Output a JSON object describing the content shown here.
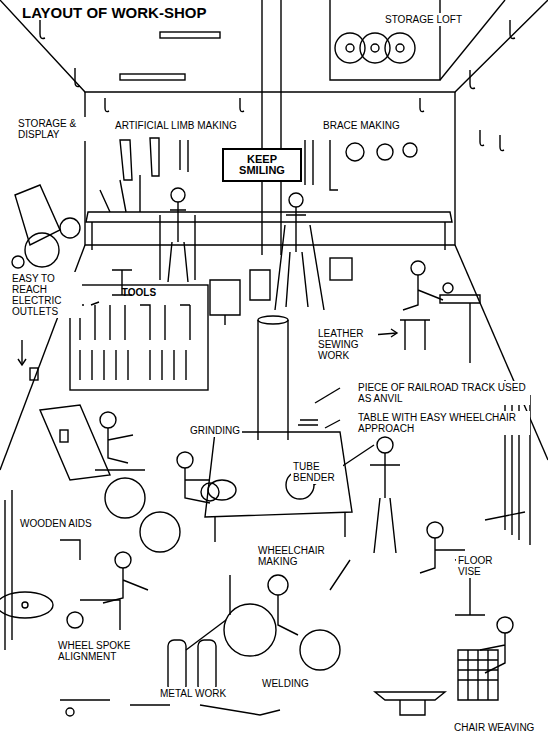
{
  "diagram": {
    "title": "LAYOUT OF WORK-SHOP",
    "nodes": [
      {
        "text": [
          "KEEP SMILING"
        ]
      },
      {
        "text": [
          "TOOLS"
        ]
      }
    ],
    "labels": [
      "STORAGE LOFT",
      "STORAGE & DISPLAY",
      "ARTIFICIAL LIMB MAKING",
      "BRACE MAKING",
      "EASY TO REACH ELECTRIC OUTLETS",
      "LEATHER SEWING WORK",
      "PIECE OF RAILROAD TRACK USED AS ANVIL",
      "TABLE WITH EASY WHEELCHAIR APPROACH",
      "GRINDING",
      "TUBE BENDER",
      "WOODEN AIDS",
      "WHEELCHAIR MAKING",
      "FLOOR VISE",
      "WHEEL SPOKE ALIGNMENT",
      "METAL WORK",
      "WELDING",
      "CHAIR WEAVING"
    ]
  }
}
